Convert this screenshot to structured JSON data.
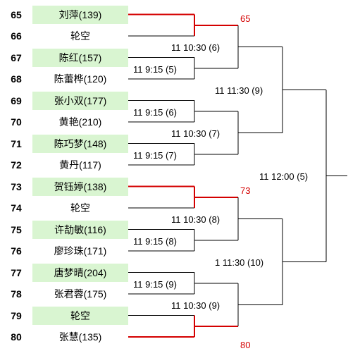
{
  "players": [
    {
      "seed": "65",
      "name": "刘萍(139)",
      "highlight": true
    },
    {
      "seed": "66",
      "name": "轮空",
      "highlight": false
    },
    {
      "seed": "67",
      "name": "陈红(157)",
      "highlight": true
    },
    {
      "seed": "68",
      "name": "陈蕾桦(120)",
      "highlight": false
    },
    {
      "seed": "69",
      "name": "张小双(177)",
      "highlight": true
    },
    {
      "seed": "70",
      "name": "黄艳(210)",
      "highlight": false
    },
    {
      "seed": "71",
      "name": "陈巧梦(148)",
      "highlight": true
    },
    {
      "seed": "72",
      "name": "黄丹(117)",
      "highlight": false
    },
    {
      "seed": "73",
      "name": "贺钰婷(138)",
      "highlight": true
    },
    {
      "seed": "74",
      "name": "轮空",
      "highlight": false
    },
    {
      "seed": "75",
      "name": "许劼敏(116)",
      "highlight": true
    },
    {
      "seed": "76",
      "name": "廖珍珠(171)",
      "highlight": false
    },
    {
      "seed": "77",
      "name": "唐梦晴(204)",
      "highlight": true
    },
    {
      "seed": "78",
      "name": "张君蓉(175)",
      "highlight": false
    },
    {
      "seed": "79",
      "name": "轮空",
      "highlight": true
    },
    {
      "seed": "80",
      "name": "张慧(135)",
      "highlight": false
    }
  ],
  "round1": [
    {
      "label": "65",
      "bye": true
    },
    {
      "label": "11 9:15 (5)",
      "bye": false
    },
    {
      "label": "11 9:15 (6)",
      "bye": false
    },
    {
      "label": "11 9:15 (7)",
      "bye": false
    },
    {
      "label": "73",
      "bye": true
    },
    {
      "label": "11 9:15 (8)",
      "bye": false
    },
    {
      "label": "11 9:15 (9)",
      "bye": false
    },
    {
      "label": "80",
      "bye": true
    }
  ],
  "round2": [
    {
      "label": "11 10:30 (6)"
    },
    {
      "label": "11 10:30 (7)"
    },
    {
      "label": "11 10:30 (8)"
    },
    {
      "label": "11 10:30 (9)"
    }
  ],
  "round3": [
    {
      "label": "11 11:30 (9)"
    },
    {
      "label": "1 11:30 (10)"
    }
  ],
  "final": {
    "label": "11 12:00 (5)"
  },
  "colors": {
    "line": "#000000",
    "bye_line": "#d40000",
    "highlight": "#d9f5d1",
    "bye_text": "#d40000"
  }
}
